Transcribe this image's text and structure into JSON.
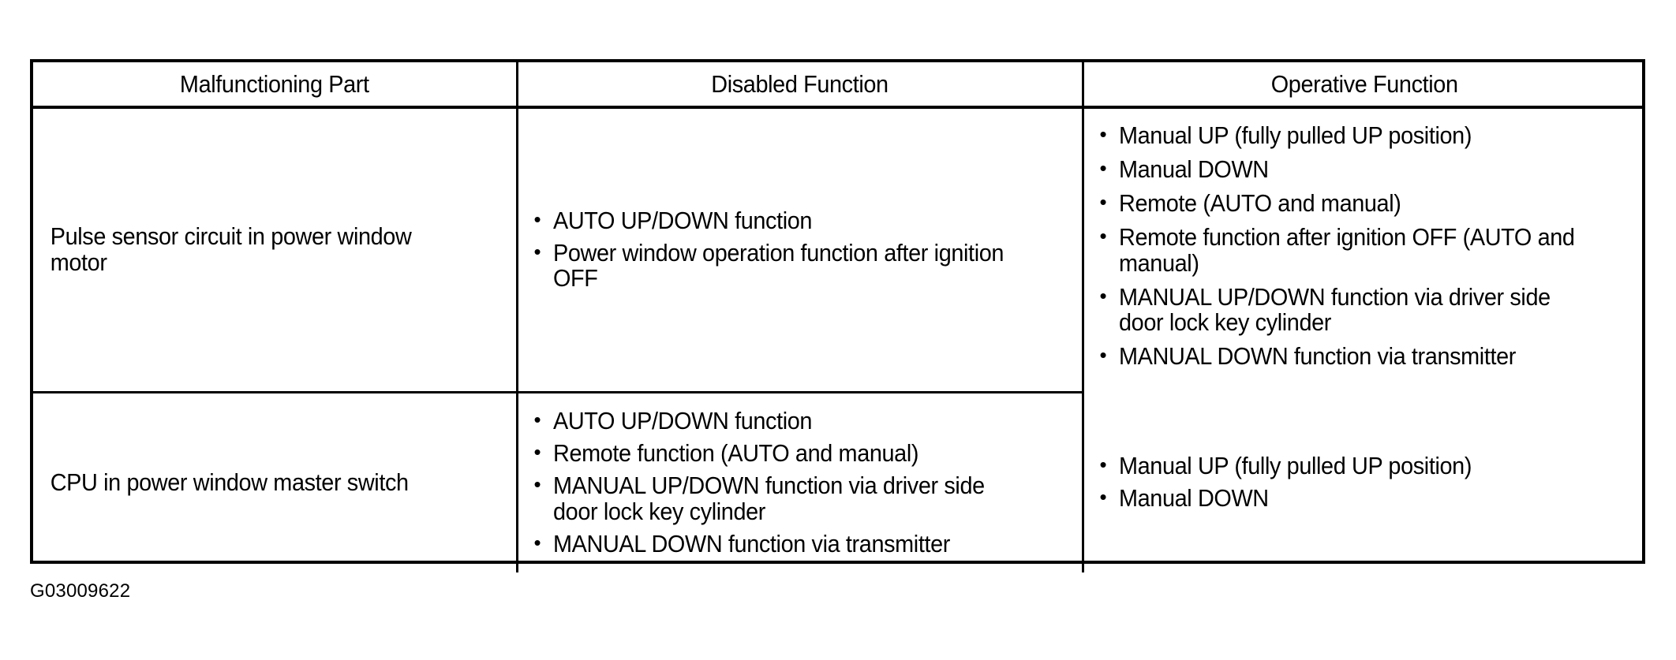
{
  "table": {
    "headers": [
      "Malfunctioning Part",
      "Disabled Function",
      "Operative Function"
    ],
    "rows": [
      {
        "part": "Pulse sensor circuit in power window motor",
        "disabled": [
          "AUTO UP/DOWN function",
          "Power window operation function after ignition OFF"
        ],
        "operative": [
          "Manual UP (fully pulled UP position)",
          "Manual DOWN",
          "Remote (AUTO and manual)",
          "Remote function after ignition OFF (AUTO and manual)",
          "MANUAL UP/DOWN function via driver side door lock key cylinder",
          "MANUAL DOWN function via transmitter"
        ]
      },
      {
        "part": "CPU in power window master switch",
        "disabled": [
          "AUTO UP/DOWN function",
          "Remote function (AUTO and manual)",
          "MANUAL UP/DOWN function via driver side door lock key cylinder",
          "MANUAL DOWN function via transmitter"
        ],
        "operative": [
          "Manual UP (fully pulled UP position)",
          "Manual DOWN"
        ]
      }
    ]
  },
  "caption": "G03009622",
  "colors": {
    "text": "#000000",
    "background": "#ffffff",
    "border": "#000000"
  }
}
